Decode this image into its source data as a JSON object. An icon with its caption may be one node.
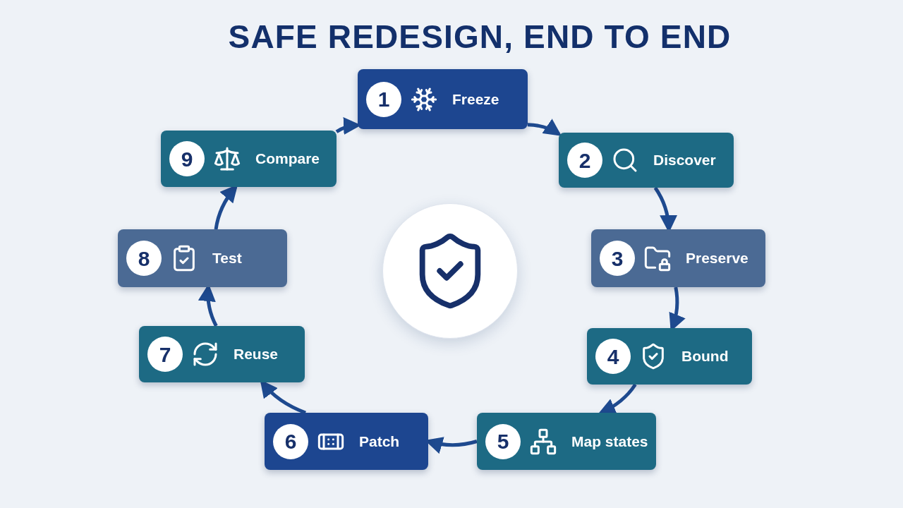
{
  "diagram": {
    "title": "SAFE REDESIGN, END TO END",
    "nodes": [
      {
        "text": [
          "1",
          "Freeze"
        ]
      },
      {
        "text": [
          "2",
          "Discover"
        ]
      },
      {
        "text": [
          "3",
          "Preserve"
        ]
      },
      {
        "text": [
          "4",
          "Bound"
        ]
      },
      {
        "text": [
          "5",
          "Map states"
        ]
      },
      {
        "text": [
          "6",
          "Patch"
        ]
      },
      {
        "text": [
          "7",
          "Reuse"
        ]
      },
      {
        "text": [
          "8",
          "Test"
        ]
      },
      {
        "text": [
          "9",
          "Compare"
        ]
      }
    ],
    "edges": [
      {
        "from": 0,
        "to": 1,
        "arrow": "to"
      },
      {
        "from": 1,
        "to": 2,
        "arrow": "to"
      },
      {
        "from": 2,
        "to": 3,
        "arrow": "to"
      },
      {
        "from": 3,
        "to": 4,
        "arrow": "to"
      },
      {
        "from": 4,
        "to": 5,
        "arrow": "to"
      },
      {
        "from": 5,
        "to": 6,
        "arrow": "to"
      },
      {
        "from": 6,
        "to": 7,
        "arrow": "to"
      },
      {
        "from": 7,
        "to": 8,
        "arrow": "to"
      },
      {
        "from": 8,
        "to": 0,
        "arrow": "to"
      }
    ]
  }
}
